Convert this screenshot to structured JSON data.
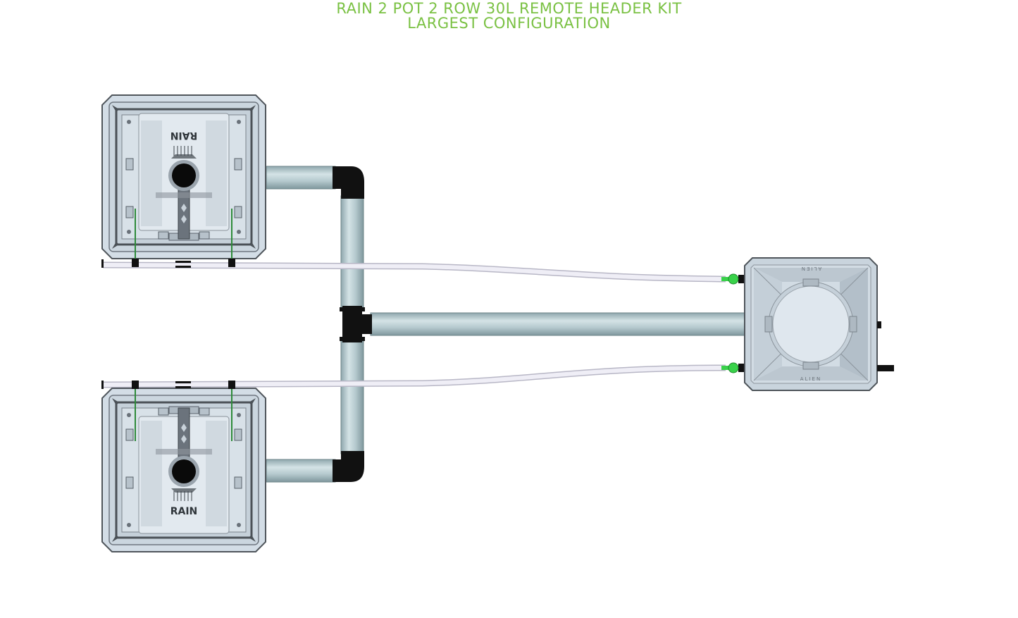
{
  "title": {
    "line1": "RAIN 2 POT 2 ROW 30L REMOTE HEADER KIT",
    "line2": "LARGEST CONFIGURATION"
  },
  "pots": [
    {
      "id": "pot-top",
      "label": "RAIN",
      "orientation": "flipped"
    },
    {
      "id": "pot-bottom",
      "label": "RAIN",
      "orientation": "normal"
    }
  ],
  "header_tank": {
    "label_top": "ALIEN",
    "label_bottom": "ALIEN"
  },
  "colors": {
    "title": "#7ac143",
    "pot_fill": "#d3dde6",
    "pot_stroke": "#4a4f55",
    "pipe": "#b9cdd2",
    "fitting": "#111111",
    "tube": "#e9e8f3",
    "connector": "#39d24a",
    "green_line": "#2e8b3a"
  }
}
